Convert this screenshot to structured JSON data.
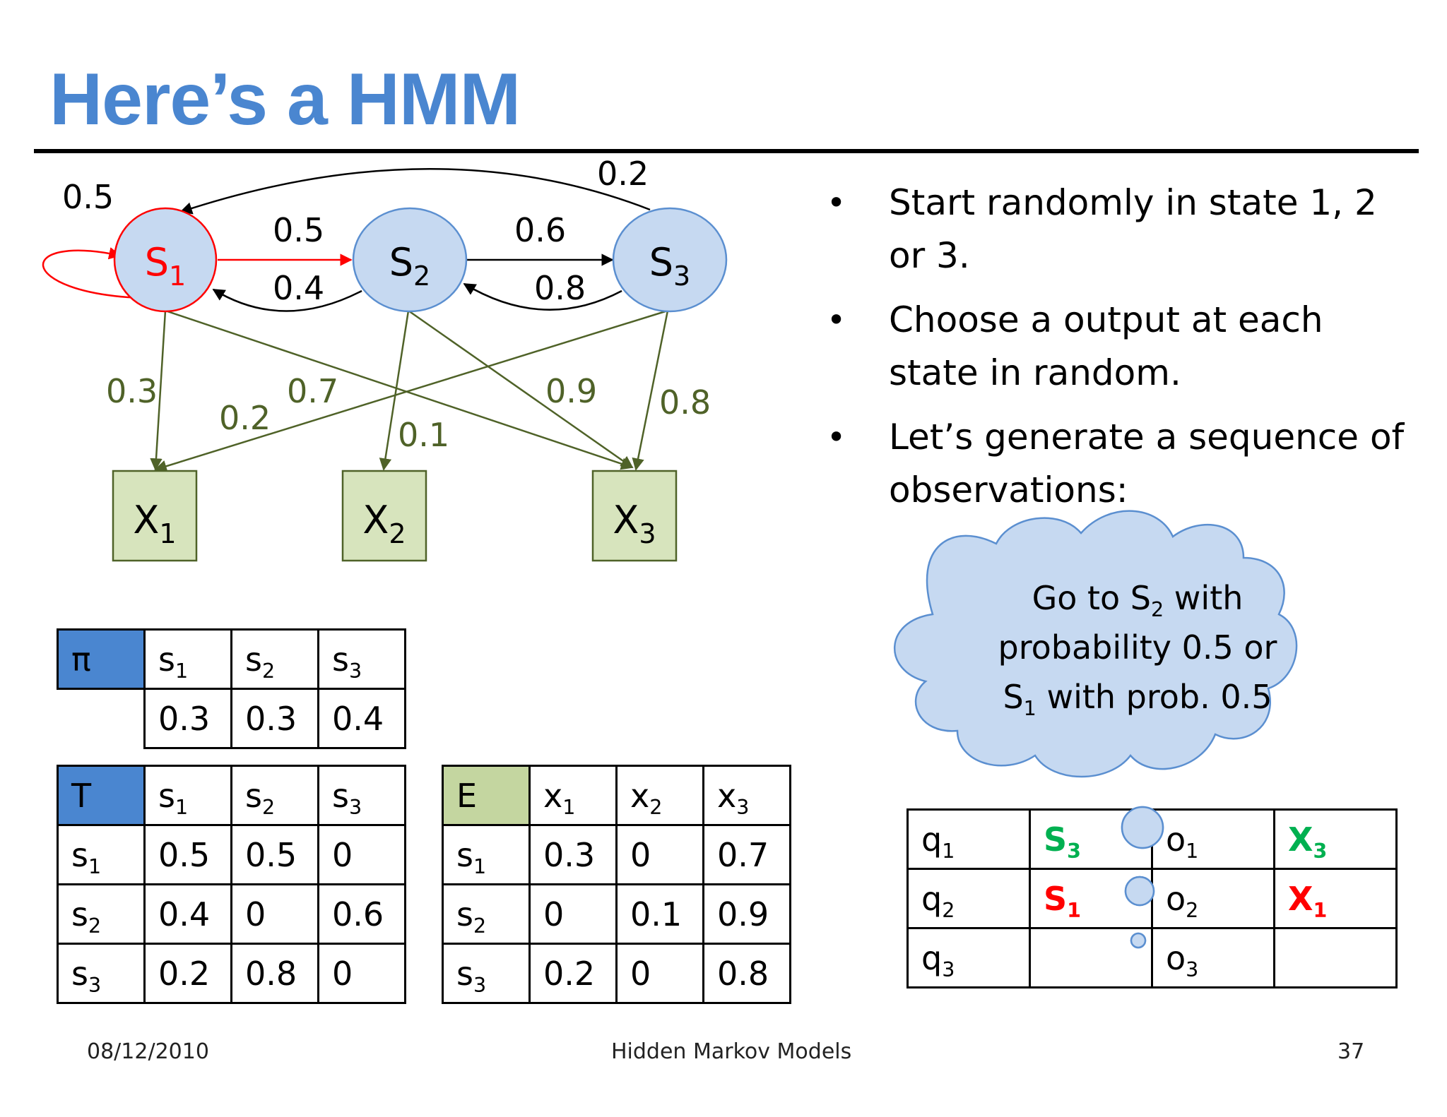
{
  "title": "Here’s a HMM",
  "colors": {
    "title": "#4a86d0",
    "state_fill": "#c6d9f1",
    "state_stroke": "#5b8fd0",
    "active_state": "#ff0000",
    "obs_fill": "#d7e4bd",
    "obs_stroke": "#4f6228",
    "emission_edge": "#4f6228",
    "s3_highlight": "#00b050",
    "s1_highlight": "#ff0000"
  },
  "diagram": {
    "states": [
      {
        "label": "S",
        "sub": "1"
      },
      {
        "label": "S",
        "sub": "2"
      },
      {
        "label": "S",
        "sub": "3"
      }
    ],
    "observations": [
      {
        "label": "X",
        "sub": "1"
      },
      {
        "label": "X",
        "sub": "2"
      },
      {
        "label": "X",
        "sub": "3"
      }
    ],
    "transition_labels": {
      "s1_self": "0.5",
      "s1_s2": "0.5",
      "s2_s1": "0.4",
      "s2_s3": "0.6",
      "s3_s2": "0.8",
      "s3_s1": "0.2"
    },
    "emission_labels": {
      "s1_x1": "0.3",
      "s3_x1": "0.2",
      "s1_x3": "0.7",
      "s2_x2": "0.1",
      "s2_x3": "0.9",
      "s3_x3": "0.8"
    }
  },
  "bullets": [
    "Start randomly in state 1, 2 or 3.",
    "Choose a output at each state in random.",
    "Let’s generate a sequence of observations:"
  ],
  "cloud": {
    "line1_pre": "Go to S",
    "line1_sub": "2",
    "line1_post": " with",
    "line2": "probability 0.5 or",
    "line3_pre": "S",
    "line3_sub": "1",
    "line3_post": " with prob. 0.5"
  },
  "pi_table": {
    "header": "π",
    "cols": [
      {
        "l": "s",
        "s": "1"
      },
      {
        "l": "s",
        "s": "2"
      },
      {
        "l": "s",
        "s": "3"
      }
    ],
    "values": [
      "0.3",
      "0.3",
      "0.4"
    ]
  },
  "t_table": {
    "header": "T",
    "cols": [
      {
        "l": "s",
        "s": "1"
      },
      {
        "l": "s",
        "s": "2"
      },
      {
        "l": "s",
        "s": "3"
      }
    ],
    "rows": [
      {
        "l": "s",
        "s": "1",
        "v": [
          "0.5",
          "0.5",
          "0"
        ]
      },
      {
        "l": "s",
        "s": "2",
        "v": [
          "0.4",
          "0",
          "0.6"
        ]
      },
      {
        "l": "s",
        "s": "3",
        "v": [
          "0.2",
          "0.8",
          "0"
        ]
      }
    ]
  },
  "e_table": {
    "header": "E",
    "cols": [
      {
        "l": "x",
        "s": "1"
      },
      {
        "l": "x",
        "s": "2"
      },
      {
        "l": "x",
        "s": "3"
      }
    ],
    "rows": [
      {
        "l": "s",
        "s": "1",
        "v": [
          "0.3",
          "0",
          "0.7"
        ]
      },
      {
        "l": "s",
        "s": "2",
        "v": [
          "0",
          "0.1",
          "0.9"
        ]
      },
      {
        "l": "s",
        "s": "3",
        "v": [
          "0.2",
          "0",
          "0.8"
        ]
      }
    ]
  },
  "seq_table": {
    "rows": [
      {
        "q": "q",
        "qs": "1",
        "sv": "S",
        "svs": "3",
        "o": "o",
        "os": "1",
        "xv": "X",
        "xvs": "3"
      },
      {
        "q": "q",
        "qs": "2",
        "sv": "S",
        "svs": "1",
        "o": "o",
        "os": "2",
        "xv": "X",
        "xvs": "1"
      },
      {
        "q": "q",
        "qs": "3",
        "sv": "",
        "svs": "",
        "o": "o",
        "os": "3",
        "xv": "",
        "xvs": ""
      }
    ]
  },
  "footer": {
    "date": "08/12/2010",
    "center": "Hidden Markov Models",
    "page": "37"
  }
}
